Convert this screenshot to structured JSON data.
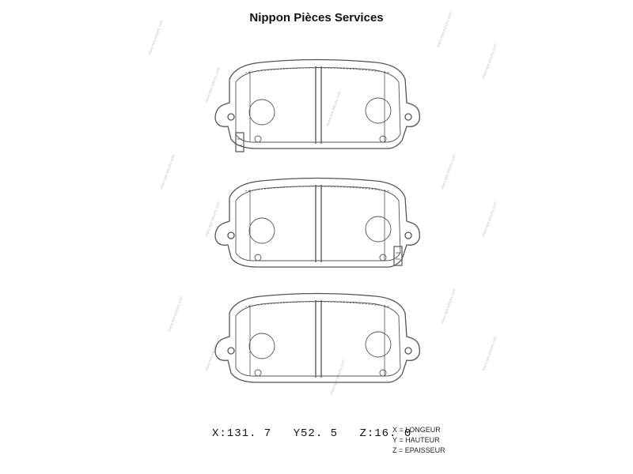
{
  "header": {
    "title": "Nippon Pièces Services"
  },
  "dimensions": {
    "x": "X:131. 7",
    "y": "Y52. 5",
    "z": "Z:16. 0"
  },
  "legend": {
    "items": [
      "X = LONGEUR",
      "Y = HAUTEUR",
      "Z = EPAISSEUR"
    ]
  },
  "diagram": {
    "pad_count": 3,
    "watermark_text": "www.nps-pieces.com",
    "line_color": "#555555"
  }
}
